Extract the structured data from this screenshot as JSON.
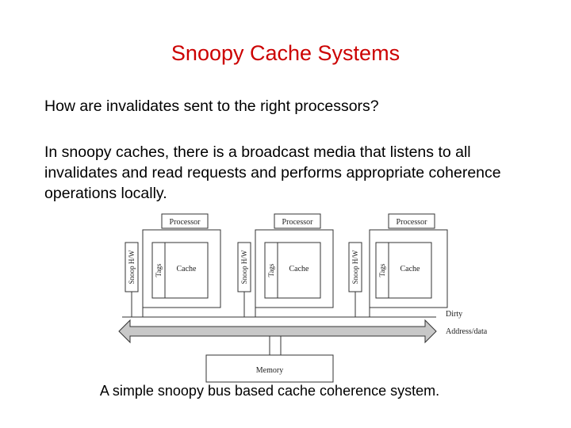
{
  "slide": {
    "title": "Snoopy Cache Systems",
    "paragraph1": "How are invalidates sent to the right processors?",
    "paragraph2": "In snoopy caches, there is a broadcast media that listens to all invalidates and read requests and performs appropriate coherence operations locally.",
    "caption": "A simple snoopy bus based cache coherence system."
  },
  "diagram": {
    "nodes": [
      {
        "processor": "Processor",
        "snoop": "Snoop H/W",
        "tags": "Tags",
        "cache": "Cache"
      },
      {
        "processor": "Processor",
        "snoop": "Snoop H/W",
        "tags": "Tags",
        "cache": "Cache"
      },
      {
        "processor": "Processor",
        "snoop": "Snoop H/W",
        "tags": "Tags",
        "cache": "Cache"
      }
    ],
    "bus_labels": {
      "dirty": "Dirty",
      "address_data": "Address/data"
    },
    "memory": "Memory"
  }
}
